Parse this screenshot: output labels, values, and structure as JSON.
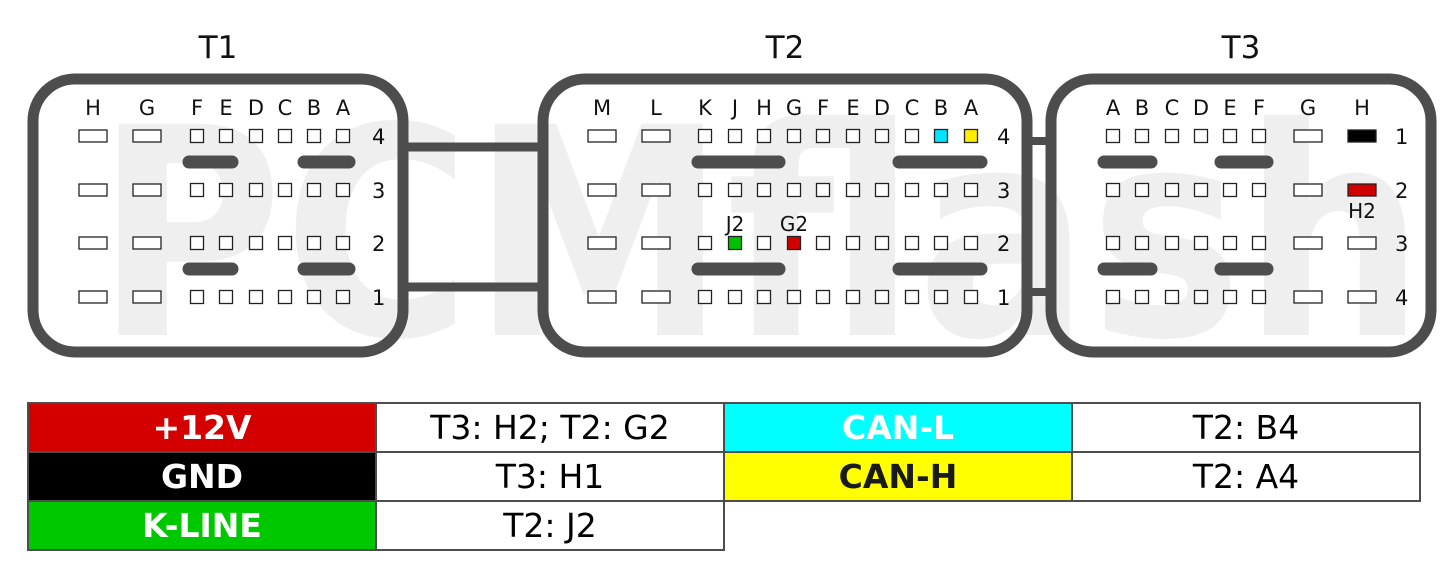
{
  "watermark": "PCMflash",
  "connectors": [
    {
      "title": "T1",
      "columns": [
        "H",
        "G",
        "F",
        "E",
        "D",
        "C",
        "B",
        "A"
      ],
      "rows": [
        "4",
        "3",
        "2",
        "1"
      ],
      "wide_columns": [
        "H",
        "G"
      ]
    },
    {
      "title": "T2",
      "columns": [
        "M",
        "L",
        "K",
        "J",
        "H",
        "G",
        "F",
        "E",
        "D",
        "C",
        "B",
        "A"
      ],
      "rows": [
        "4",
        "3",
        "2",
        "1"
      ],
      "wide_columns": [
        "M",
        "L"
      ]
    },
    {
      "title": "T3",
      "columns": [
        "A",
        "B",
        "C",
        "D",
        "E",
        "F",
        "G",
        "H"
      ],
      "rows": [
        "1",
        "2",
        "3",
        "4"
      ],
      "wide_columns": [
        "G",
        "H"
      ]
    }
  ],
  "highlighted_pins": [
    {
      "connector": "T2",
      "pin": "B4",
      "color": "#00e5ff",
      "label": ""
    },
    {
      "connector": "T2",
      "pin": "A4",
      "color": "#ffee00",
      "label": ""
    },
    {
      "connector": "T2",
      "pin": "J2",
      "color": "#00c000",
      "label": "J2"
    },
    {
      "connector": "T2",
      "pin": "G2",
      "color": "#d00000",
      "label": "G2"
    },
    {
      "connector": "T3",
      "pin": "H1",
      "color": "#000000",
      "label": ""
    },
    {
      "connector": "T3",
      "pin": "H2",
      "color": "#d00000",
      "label": "H2"
    }
  ],
  "legend": [
    {
      "signal": "+12V",
      "color": "#d40000",
      "text_color": "#ffffff",
      "pins": "T3: H2; T2: G2"
    },
    {
      "signal": "CAN-L",
      "color": "#00ffff",
      "text_color": "#ffffff",
      "pins": "T2: B4"
    },
    {
      "signal": "GND",
      "color": "#000000",
      "text_color": "#ffffff",
      "pins": "T3: H1"
    },
    {
      "signal": "CAN-H",
      "color": "#ffff00",
      "text_color": "#1a1a1a",
      "pins": "T2: A4"
    },
    {
      "signal": "K-LINE",
      "color": "#00c800",
      "text_color": "#ffffff",
      "pins": "T2: J2"
    }
  ]
}
